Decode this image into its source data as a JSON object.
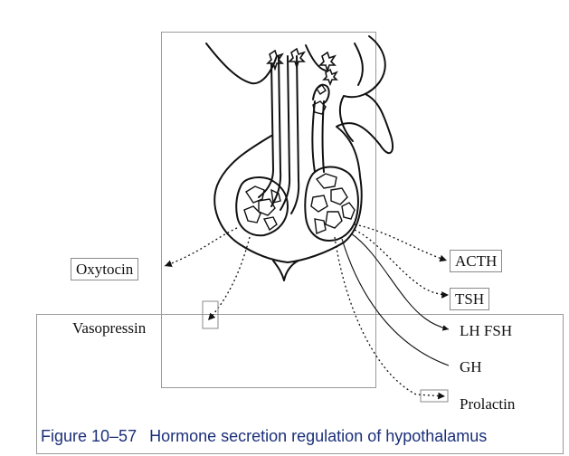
{
  "labels": {
    "oxytocin": "Oxytocin",
    "vasopressin": "Vasopressin",
    "acth": "ACTH",
    "tsh": "TSH",
    "lh_fsh": "LH FSH",
    "gh": "GH",
    "prolactin": "Prolactin"
  },
  "caption": {
    "figure_number": "Figure 10–57",
    "text": "Hormone secretion regulation of hypothalamus"
  },
  "colors": {
    "caption": "#1b2f7a",
    "line": "#111111",
    "frame": "#9a9a9a"
  }
}
